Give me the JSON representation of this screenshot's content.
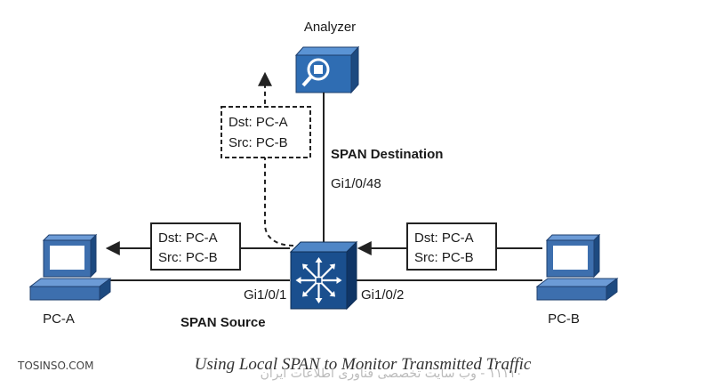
{
  "analyzer": {
    "label": "Analyzer"
  },
  "span_destination": {
    "label": "SPAN Destination",
    "port": "Gi1/0/48"
  },
  "span_source": {
    "label": "SPAN Source"
  },
  "ports": {
    "left": "Gi1/0/1",
    "right": "Gi1/0/2"
  },
  "hosts": {
    "pc_a": "PC-A",
    "pc_b": "PC-B"
  },
  "frames": {
    "mirrored": {
      "dst": "Dst: PC-A",
      "src": "Src: PC-B"
    },
    "to_pc_a": {
      "dst": "Dst: PC-A",
      "src": "Src: PC-B"
    },
    "from_pc_b": {
      "dst": "Dst: PC-A",
      "src": "Src: PC-B"
    }
  },
  "caption": "Using Local SPAN to Monitor Transmitted Traffic",
  "watermark": {
    "site": "TOSINSO.COM",
    "overlay": "۱۱۱۱۰ - وب سایت تخصصی فناوری اطلاعات ایران"
  },
  "colors": {
    "switch_blue": "#1a4f8e",
    "analyzer_blue": "#2f6db3",
    "pc_blue": "#3d6fae"
  }
}
